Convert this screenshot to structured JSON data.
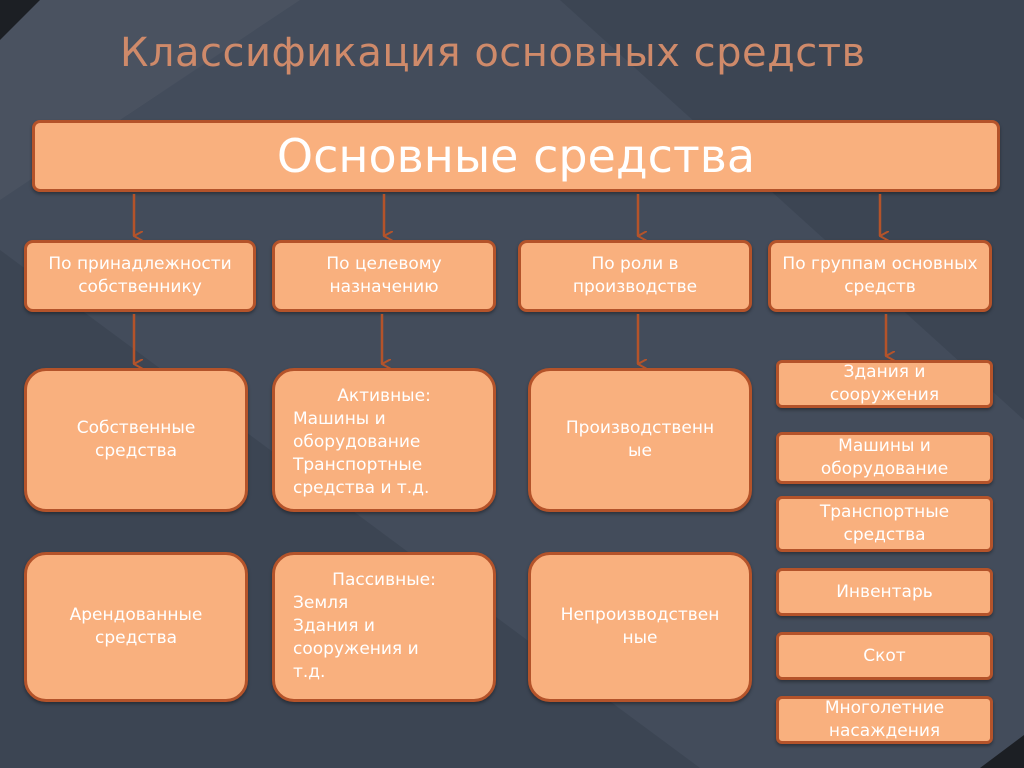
{
  "title": "Классификация основных средств",
  "root": "Основные  средства",
  "categories": [
    "По принадлежности собственнику",
    "По целевому назначению",
    "По роли в производстве",
    "По группам основных средств"
  ],
  "col1": [
    "Собственные средства",
    "Арендованные средства"
  ],
  "col2": {
    "active_head": "Активные:",
    "active_body": "Машины и\nоборудование\nТранспортные\nсредства и т.д.",
    "passive_head": "Пассивные:",
    "passive_body": "Земля\nЗдания и\nсооружения и\nт.д."
  },
  "col3": [
    "Производственн\nые",
    "Непроизводствен\nные"
  ],
  "groups": [
    "Здания и сооружения",
    "Машины и оборудование",
    "Транспортные средства",
    "Инвентарь",
    "Скот",
    "Многолетние насаждения"
  ],
  "colors": {
    "box_fill": "#f9b07e",
    "box_border": "#b4532a",
    "title": "#cf8a6a",
    "background": "#3b4452"
  }
}
